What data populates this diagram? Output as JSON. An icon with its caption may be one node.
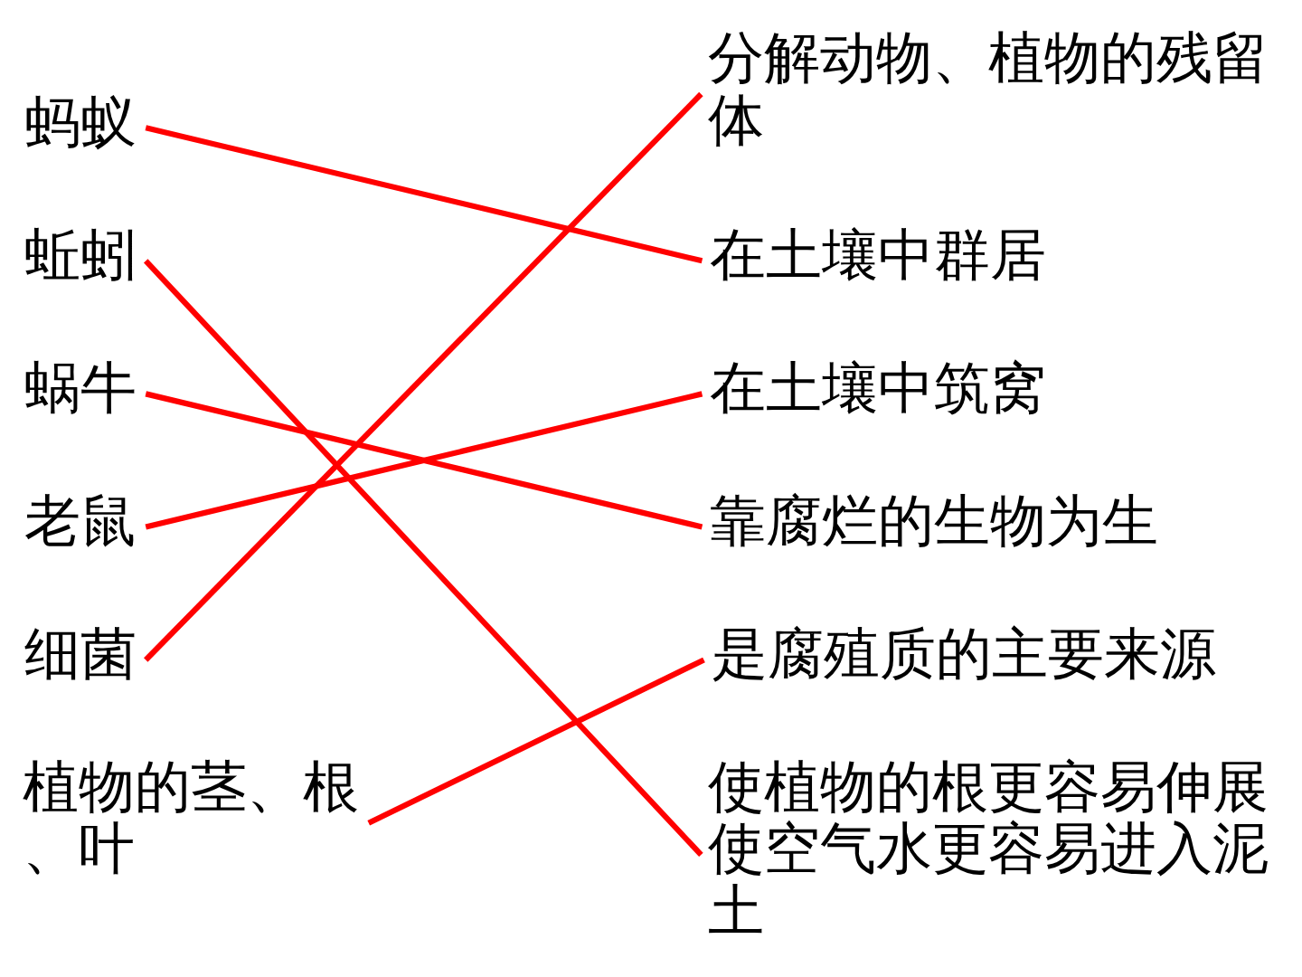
{
  "diagram": {
    "nodes": [
      {
        "text": [
          "蚂蚁"
        ]
      },
      {
        "text": [
          "蚯蚓"
        ]
      },
      {
        "text": [
          "蜗牛"
        ]
      },
      {
        "text": [
          "老鼠"
        ]
      },
      {
        "text": [
          "细菌"
        ]
      },
      {
        "text": [
          "植物的茎、根、叶"
        ]
      },
      {
        "text": [
          "分解动物、植物的残留体"
        ]
      },
      {
        "text": [
          "在土壤中群居"
        ]
      },
      {
        "text": [
          "在土壤中筑窝"
        ]
      },
      {
        "text": [
          "靠腐烂的生物为生"
        ]
      },
      {
        "text": [
          "是腐殖质的主要来源"
        ]
      },
      {
        "text": [
          "使植物的根更容易伸展使空气水更容易进入泥土"
        ]
      }
    ],
    "edges": [
      {
        "from": 0,
        "to": 7,
        "arrow": "none"
      },
      {
        "from": 1,
        "to": 11,
        "arrow": "none"
      },
      {
        "from": 2,
        "to": 9,
        "arrow": "none"
      },
      {
        "from": 3,
        "to": 8,
        "arrow": "none"
      },
      {
        "from": 4,
        "to": 6,
        "arrow": "none"
      },
      {
        "from": 5,
        "to": 10,
        "arrow": "none"
      }
    ]
  }
}
